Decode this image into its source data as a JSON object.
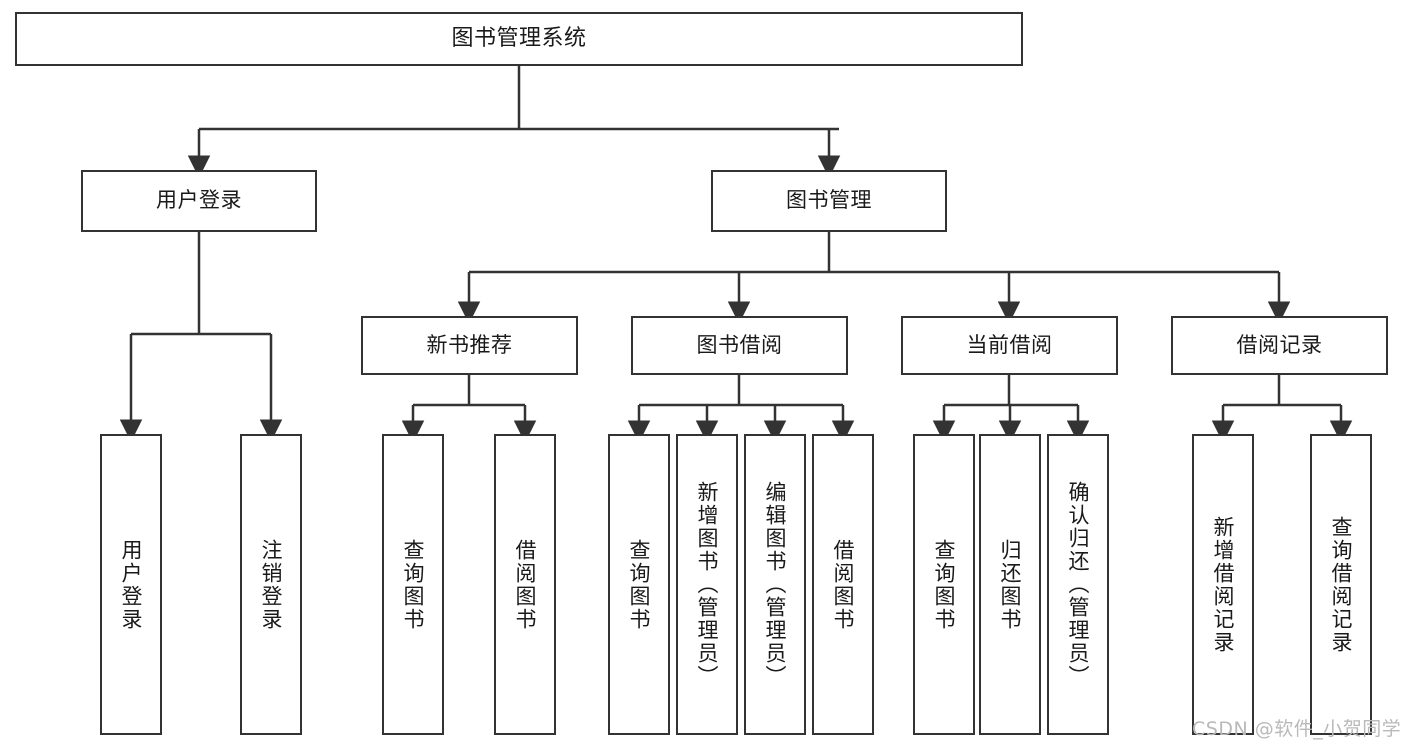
{
  "diagram": {
    "type": "tree",
    "title": "图书管理系统",
    "colors": {
      "box_border": "#333333",
      "box_fill": "#ffffff",
      "connector": "#333333",
      "text": "#1a1a1a",
      "watermark": "#b9b9b9",
      "background": "#ffffff"
    },
    "nodes": {
      "root": {
        "label": "图书管理系统"
      },
      "level2": [
        {
          "id": "user-login",
          "label": "用户登录"
        },
        {
          "id": "book-management",
          "label": "图书管理"
        }
      ],
      "level3": [
        {
          "id": "new-book-recommend",
          "label": "新书推荐"
        },
        {
          "id": "book-borrow",
          "label": "图书借阅"
        },
        {
          "id": "current-borrow",
          "label": "当前借阅"
        },
        {
          "id": "borrow-record",
          "label": "借阅记录"
        }
      ],
      "leaves": {
        "user-login": [
          {
            "id": "leaf-user-login",
            "label": "用户登录"
          },
          {
            "id": "leaf-user-logout",
            "label": "注销登录"
          }
        ],
        "new-book-recommend": [
          {
            "id": "leaf-query-book-1",
            "label": "查询图书"
          },
          {
            "id": "leaf-borrow-book-1",
            "label": "借阅图书"
          }
        ],
        "book-borrow": [
          {
            "id": "leaf-query-book-2",
            "label": "查询图书"
          },
          {
            "id": "leaf-add-book",
            "label": "新增图书（管理员）"
          },
          {
            "id": "leaf-edit-book",
            "label": "编辑图书（管理员）"
          },
          {
            "id": "leaf-borrow-book-2",
            "label": "借阅图书"
          }
        ],
        "current-borrow": [
          {
            "id": "leaf-query-book-3",
            "label": "查询图书"
          },
          {
            "id": "leaf-return-book",
            "label": "归还图书"
          },
          {
            "id": "leaf-confirm-return",
            "label": "确认归还（管理员）"
          }
        ],
        "borrow-record": [
          {
            "id": "leaf-add-record",
            "label": "新增借阅记录"
          },
          {
            "id": "leaf-query-record",
            "label": "查询借阅记录"
          }
        ]
      }
    },
    "watermark": "CSDN @软件_小贺同学"
  }
}
